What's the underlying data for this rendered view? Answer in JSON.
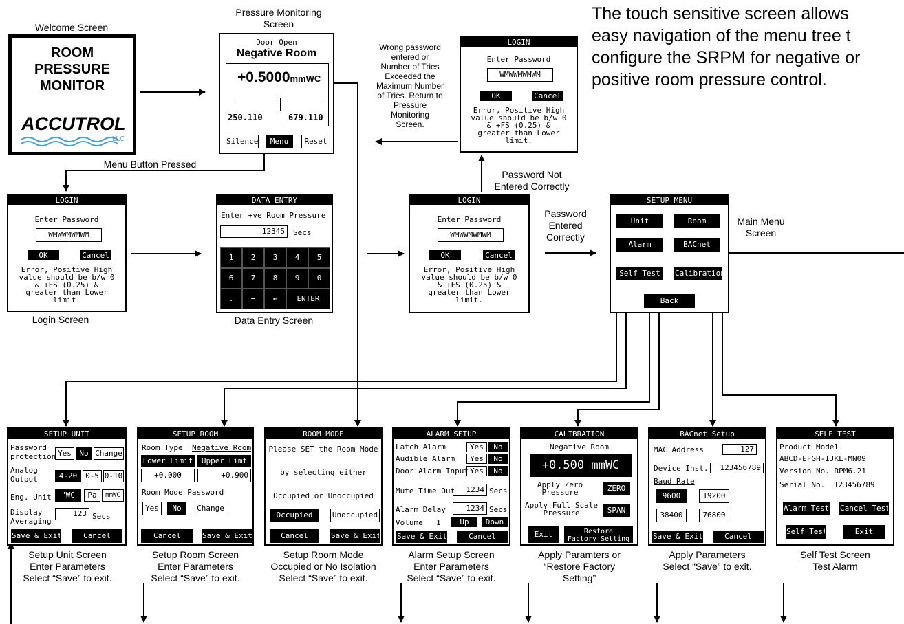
{
  "intro": [
    "The touch sensitive screen allows",
    "easy navigation of the menu tree t",
    "configure the SRPM for negative or",
    "positive room pressure control."
  ],
  "welcome": {
    "caption": "Welcome Screen",
    "title": [
      "ROOM",
      "PRESSURE",
      "MONITOR"
    ],
    "logo": "ACCUTROL",
    "logo_suffix": "LLC"
  },
  "monitor": {
    "caption": [
      "Pressure Monitoring",
      "Screen"
    ],
    "status": "Door Open",
    "room": "Negative Room",
    "value": "+0.5000",
    "unit": "mmWC",
    "low": "250.110",
    "high": "679.110",
    "silence": "Silence",
    "menu": "Menu",
    "reset": "Reset"
  },
  "wrong_note": [
    "Wrong password",
    "entered or",
    "Number of Tries",
    "Exceeded the",
    "Maximum Number",
    "of Tries.  Return to",
    "Pressure",
    "Monitoring",
    "Screen."
  ],
  "login": {
    "title": "LOGIN",
    "prompt": "Enter Password",
    "value": "WMWWMWMWM",
    "ok": "OK",
    "cancel": "Cancel",
    "error": [
      "Error, Positive High",
      "value should be b/w 0",
      "& +FS (0.25) &",
      "greater than Lower",
      "limit."
    ]
  },
  "labels": {
    "menu_pressed": "Menu Button Pressed",
    "login_caption": "Login Screen",
    "data_caption": "Data Entry Screen",
    "pw_not": [
      "Password Not",
      "Entered Correctly"
    ],
    "pw_ok": [
      "Password",
      "Entered",
      "Correctly"
    ],
    "main_menu": [
      "Main Menu",
      "Screen"
    ]
  },
  "data_entry": {
    "title": "DATA ENTRY",
    "prompt": "Enter +ve Room Pressure",
    "value": "12345",
    "unit": "Secs",
    "keys": [
      "1",
      "2",
      "3",
      "4",
      "5",
      "6",
      "7",
      "8",
      "9",
      "0",
      ".",
      "−",
      "←"
    ],
    "enter": "ENTER"
  },
  "setup_menu": {
    "title": "SETUP MENU",
    "unit": "Unit",
    "room": "Room",
    "alarm": "Alarm",
    "bacnet": "BACnet",
    "self_test": "Self Test",
    "calibration": "Calibration",
    "back": "Back"
  },
  "setup_unit": {
    "title": "SETUP UNIT",
    "pw_label": [
      "Password",
      "protection"
    ],
    "yes": "Yes",
    "no": "No",
    "change": "Change",
    "analog_label": [
      "Analog",
      "Output"
    ],
    "analog": [
      "4-20",
      "0-5",
      "0-10"
    ],
    "eng_label": "Eng. Unit",
    "eng": [
      "\"WC",
      "Pa",
      "mmWC"
    ],
    "disp_label": [
      "Display",
      "Averaging"
    ],
    "disp_value": "123",
    "disp_unit": "Secs",
    "save": "Save & Exit",
    "cancel": "Cancel",
    "caption": [
      "Setup Unit Screen",
      "Enter Parameters",
      "Select “Save” to exit."
    ]
  },
  "setup_room": {
    "title": "SETUP ROOM",
    "type_label": "Room Type",
    "type_value": "Negative Room",
    "lower_label": "Lower Limit",
    "upper_label": "Upper Limt",
    "lower_value": "+0.000",
    "upper_value": "+0.900",
    "pw_label": "Room Mode Password",
    "yes": "Yes",
    "no": "No",
    "change": "Change",
    "cancel": "Cancel",
    "save": "Save & Exit",
    "caption": [
      "Setup Room Screen",
      "Enter Parameters",
      "Select “Save” to exit."
    ]
  },
  "room_mode": {
    "title": "ROOM MODE",
    "lines": [
      "Please SET the Room Mode",
      "by selecting either",
      "Occupied or Unoccupied"
    ],
    "occupied": "Occupied",
    "unoccupied": "Unoccupied",
    "cancel": "Cancel",
    "save": "Save & Exit",
    "caption": [
      "Setup Room Mode",
      "Occupied or No Isolation",
      "Select “Save” to exit."
    ]
  },
  "alarm_setup": {
    "title": "ALARM SETUP",
    "latch": "Latch Alarm",
    "audible": "Audible Alarm",
    "door": "Door Alarm Input",
    "yes": "Yes",
    "no": "No",
    "mute_label": "Mute Time Out",
    "mute_value": "1234",
    "delay_label": "Alarm Delay",
    "delay_value": "1234",
    "secs": "Secs",
    "volume_label": "Volume",
    "volume_value": "1",
    "up": "Up",
    "down": "Down",
    "save": "Save & Exit",
    "cancel": "Cancel",
    "caption": [
      "Alarm Setup Screen",
      "Enter Parameters",
      "Select “Save” to exit."
    ]
  },
  "calibration": {
    "title": "CALIBRATION",
    "room": "Negative Room",
    "value": "+0.500  mmWC",
    "zero_label": [
      "Apply Zero",
      "Pressure"
    ],
    "zero": "ZERO",
    "span_label": [
      "Apply Full Scale",
      "Pressure"
    ],
    "span": "SPAN",
    "exit": "Exit",
    "restore": [
      "Restore",
      "Factory Setting"
    ],
    "caption": [
      "Apply Paramters or",
      "“Restore Factory",
      "Setting”"
    ]
  },
  "bacnet": {
    "title": "BACnet Setup",
    "mac_label": "MAC Address",
    "mac_value": "127",
    "dev_label": "Device Inst.",
    "dev_value": "123456789",
    "baud_label": "Baud Rate",
    "bauds": [
      "9600",
      "19200",
      "38400",
      "76800"
    ],
    "save": "Save & Exit",
    "cancel": "Cancel",
    "caption": [
      "Apply Parameters",
      "Select “Save” to exit."
    ]
  },
  "self_test": {
    "title": "SELF TEST",
    "model_label": "Product Model",
    "model": "ABCD-EFGH-IJKL-MN09",
    "version": "Version No.  RPM6.21",
    "serial_label": "Serial No.",
    "serial": "123456789",
    "alarm_test": "Alarm Test",
    "cancel_test": "Cancel Test",
    "self_test": "Self Test",
    "exit": "Exit",
    "caption": [
      "Self Test Screen",
      "Test Alarm"
    ]
  }
}
